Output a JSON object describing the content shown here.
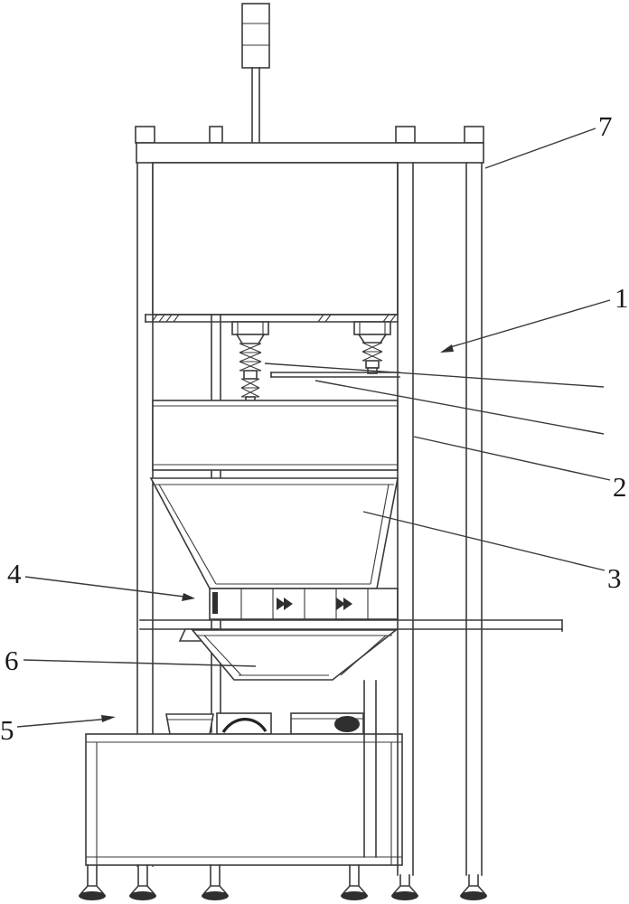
{
  "figure": {
    "kind": "patent-style technical line drawing",
    "background": "#ffffff",
    "line_color": "#3a3a3a",
    "label_color": "#1a1a1a"
  },
  "labels": {
    "n1": "1",
    "n2": "2",
    "n3": "3",
    "n4": "4",
    "n5": "5",
    "n6": "6",
    "n7": "7"
  }
}
